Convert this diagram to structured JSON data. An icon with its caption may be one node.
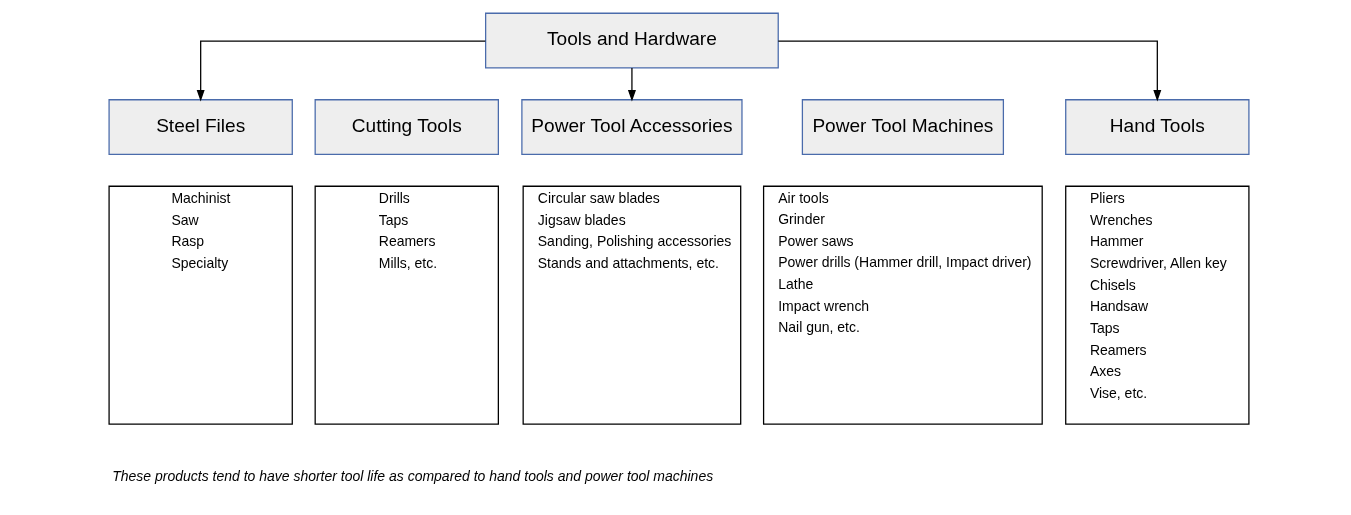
{
  "diagram": {
    "nodes": [
      {
        "text": [
          "Tools and Hardware"
        ]
      },
      {
        "text": [
          "Steel Files"
        ]
      },
      {
        "text": [
          "Cutting Tools"
        ]
      },
      {
        "text": [
          "Power Tool Accessories"
        ]
      },
      {
        "text": [
          "Power Tool Machines"
        ]
      },
      {
        "text": [
          "Hand Tools"
        ]
      },
      {
        "text": [
          "Machinist",
          "Saw",
          "Rasp",
          "Specialty"
        ]
      },
      {
        "text": [
          "Drills",
          "Taps",
          "Reamers",
          "Mills, etc."
        ]
      },
      {
        "text": [
          "Circular saw blades",
          "Jigsaw blades",
          "Sanding, Polishing accessories",
          "Stands and attachments, etc."
        ]
      },
      {
        "text": [
          "Air tools",
          "Grinder",
          "Power saws",
          "Power drills (Hammer drill, Impact driver)",
          "Lathe",
          "Impact wrench",
          "Nail gun, etc."
        ]
      },
      {
        "text": [
          "Pliers",
          "Wrenches",
          "Hammer",
          "Screwdriver, Allen key",
          "Chisels",
          "Handsaw",
          "Taps",
          "Reamers",
          "Axes",
          "Vise, etc."
        ]
      }
    ],
    "edges": [
      {
        "from": 0,
        "to": 1,
        "arrow": "to"
      },
      {
        "from": 0,
        "to": 3,
        "arrow": "to"
      },
      {
        "from": 0,
        "to": 5,
        "arrow": "to"
      }
    ],
    "labels": [
      "These products tend to have shorter tool life as compared to hand tools and power tool machines"
    ]
  }
}
